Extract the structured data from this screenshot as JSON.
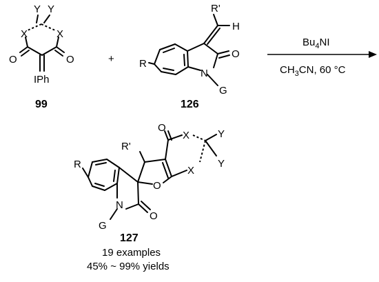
{
  "reactant1": {
    "y1": "Y",
    "y2": "Y",
    "x1": "X",
    "x2": "X",
    "o1": "O",
    "o2": "O",
    "iph": "IPh",
    "number": "99"
  },
  "plus": "+",
  "reactant2": {
    "r_prime": "R'",
    "h": "H",
    "r": "R",
    "o": "O",
    "n": "N",
    "g": "G",
    "number": "126"
  },
  "conditions": {
    "reagent_main": "Bu",
    "reagent_sub": "4",
    "reagent_tail": "NI",
    "solvent_main": "CH",
    "solvent_sub": "3",
    "solvent_tail": "CN, 60 °C"
  },
  "product": {
    "r": "R",
    "r_prime": "R'",
    "o_top": "O",
    "x1": "X",
    "x2": "X",
    "y1": "Y",
    "y2": "Y",
    "o_ring": "O",
    "o_carbonyl": "O",
    "n": "N",
    "g": "G",
    "number": "127"
  },
  "summary": {
    "examples": "19 examples",
    "yields": "45% ~ 99% yields"
  }
}
